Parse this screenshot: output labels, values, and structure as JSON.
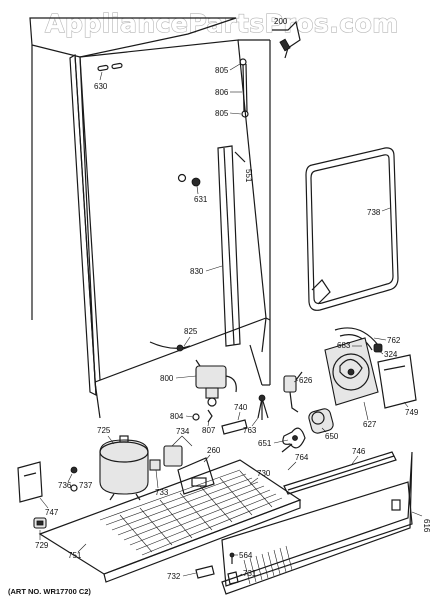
{
  "watermark": "AppliancePartsPros.com",
  "footer": "(ART NO. WR17700 C2)",
  "callouts": [
    {
      "id": "c200",
      "text": "200"
    },
    {
      "id": "c630",
      "text": "630"
    },
    {
      "id": "c805a",
      "text": "805"
    },
    {
      "id": "c806",
      "text": "806"
    },
    {
      "id": "c805b",
      "text": "805"
    },
    {
      "id": "c551",
      "text": "551"
    },
    {
      "id": "c631",
      "text": "631"
    },
    {
      "id": "c738",
      "text": "738"
    },
    {
      "id": "c830",
      "text": "830"
    },
    {
      "id": "c825",
      "text": "825"
    },
    {
      "id": "c762",
      "text": "762"
    },
    {
      "id": "c683",
      "text": "683"
    },
    {
      "id": "c324",
      "text": "324"
    },
    {
      "id": "c800",
      "text": "800"
    },
    {
      "id": "c626",
      "text": "626"
    },
    {
      "id": "c804",
      "text": "804"
    },
    {
      "id": "c807",
      "text": "807"
    },
    {
      "id": "c740",
      "text": "740"
    },
    {
      "id": "c763",
      "text": "763"
    },
    {
      "id": "c627",
      "text": "627"
    },
    {
      "id": "c749",
      "text": "749"
    },
    {
      "id": "c725",
      "text": "725"
    },
    {
      "id": "c734",
      "text": "734"
    },
    {
      "id": "c651",
      "text": "651"
    },
    {
      "id": "c650",
      "text": "650"
    },
    {
      "id": "c260",
      "text": "260"
    },
    {
      "id": "c764",
      "text": "764"
    },
    {
      "id": "c746",
      "text": "746"
    },
    {
      "id": "c733",
      "text": "733"
    },
    {
      "id": "c730",
      "text": "730"
    },
    {
      "id": "c736",
      "text": "736"
    },
    {
      "id": "c737",
      "text": "737"
    },
    {
      "id": "c747",
      "text": "747"
    },
    {
      "id": "c729",
      "text": "729"
    },
    {
      "id": "c751",
      "text": "751"
    },
    {
      "id": "c616",
      "text": "616"
    },
    {
      "id": "c564",
      "text": "564"
    },
    {
      "id": "c732",
      "text": "732"
    },
    {
      "id": "c731",
      "text": "731"
    }
  ]
}
